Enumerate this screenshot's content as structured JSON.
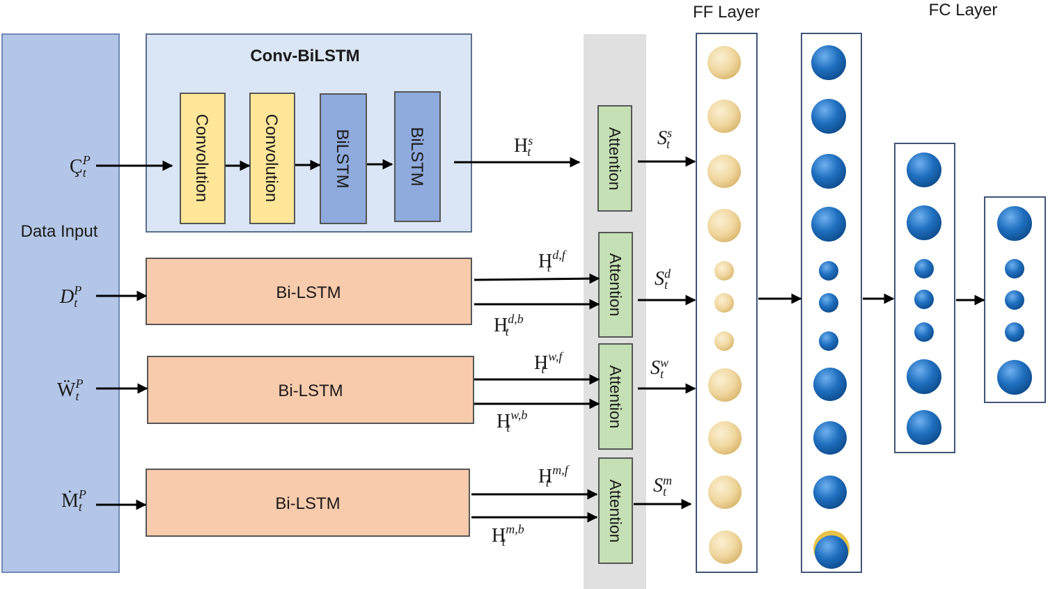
{
  "headers": {
    "ff_layer": "FF Layer",
    "fc_layer": "FC Layer"
  },
  "data_input": {
    "label": "Data Input"
  },
  "conv_bilstm": {
    "title": "Conv-BiLSTM",
    "blocks": [
      "Convolution",
      "Convolution",
      "BiLSTM",
      "BiLSTM"
    ]
  },
  "bilstm_label": "Bi-LSTM",
  "attention_label": "Attention",
  "inputs": [
    {
      "base": "Ç",
      "sup": "P",
      "sub": "t"
    },
    {
      "base": "D",
      "sup": "P",
      "sub": "t"
    },
    {
      "base": "Ẅ",
      "sup": "P",
      "sub": "t"
    },
    {
      "base": "Ṁ",
      "sup": "P",
      "sub": "t"
    }
  ],
  "hidden_states": [
    {
      "base": "H",
      "sub": "t",
      "sup": "s"
    },
    {
      "base": "H",
      "sub": "t",
      "sup": "d,f"
    },
    {
      "base": "H",
      "sub": "t",
      "sup": "d,b"
    },
    {
      "base": "H",
      "sub": "t",
      "sup": "w,f"
    },
    {
      "base": "H",
      "sub": "t",
      "sup": "w,b"
    },
    {
      "base": "H",
      "sub": "t",
      "sup": "m,f"
    },
    {
      "base": "H",
      "sub": "t",
      "sup": "m,b"
    }
  ],
  "attention_outputs": [
    {
      "base": "S",
      "sub": "t",
      "sup": "s"
    },
    {
      "base": "S",
      "sub": "t",
      "sup": "d"
    },
    {
      "base": "S",
      "sub": "t",
      "sup": "w"
    },
    {
      "base": "S",
      "sub": "t",
      "sup": "m"
    }
  ],
  "colors": {
    "data_input": "#b4c6e7",
    "conv_panel": "#dae6f5",
    "convolution": "#ffe699",
    "bilstm_block": "#8faadc",
    "bi_lstm": "#f8cbad",
    "attention": "#c5e0b4",
    "attention_band": "#e0e0e0",
    "ff_node": "#f3d9a4",
    "fc_node": "#1f6fbf"
  }
}
